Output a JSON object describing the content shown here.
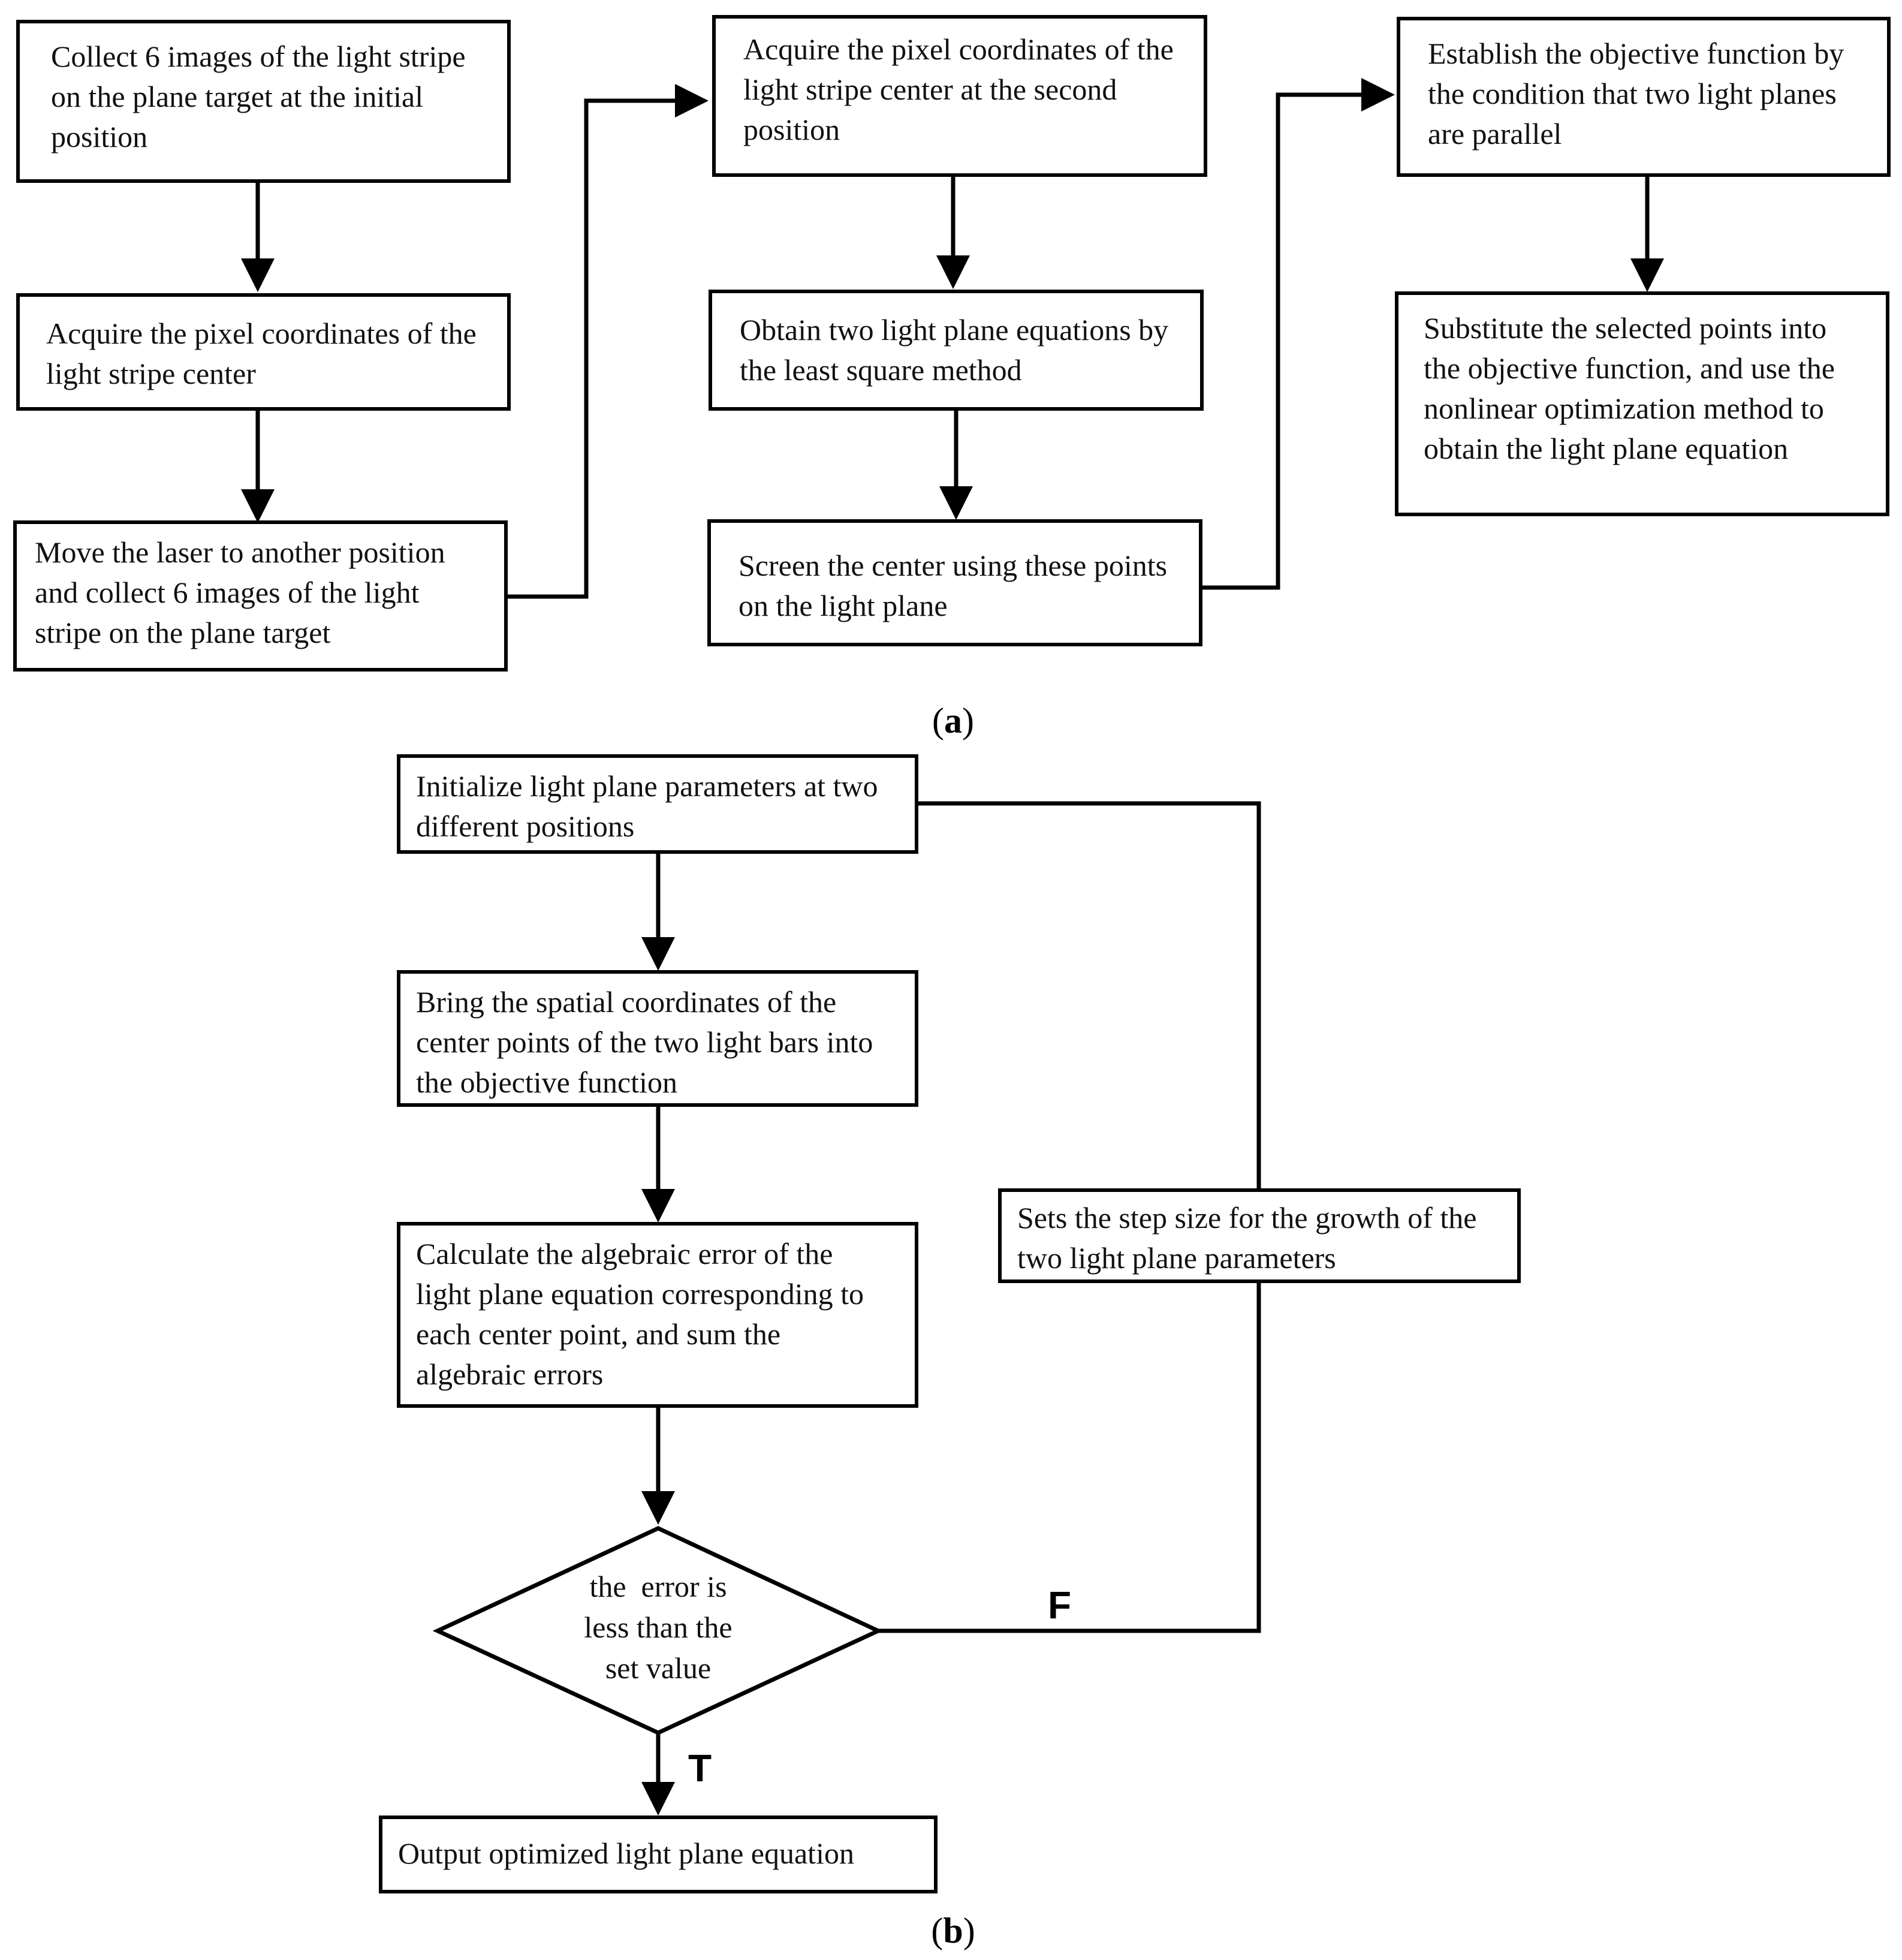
{
  "panel_a": {
    "caption": "a",
    "steps": [
      "Collect 6 images of the light stripe on the plane target at the initial position",
      "Acquire the pixel coordinates of the light stripe center",
      "Move the laser to another position and collect 6 images of the light stripe on the plane target",
      "Acquire the pixel coordinates of the light stripe center at the second position",
      "Obtain two light plane equations by the least square method",
      "Screen the center using these points on the light plane",
      "Establish the objective function by the condition that two light planes are parallel",
      "Substitute the selected points into the objective function, and use the nonlinear optimization method to obtain the light plane equation"
    ]
  },
  "panel_b": {
    "caption": "b",
    "steps": [
      "Initialize light plane parameters at two different positions",
      "Bring the spatial coordinates of the center points of the two light bars into the objective function",
      "Calculate the algebraic error of the light plane equation corresponding to each center point, and sum the algebraic errors"
    ],
    "decision": [
      "the  error is",
      "less than the",
      "set value"
    ],
    "step_size": "Sets the step size for the growth of the two light plane parameters",
    "output": "Output optimized light plane equation",
    "true_label": "T",
    "false_label": "F"
  }
}
